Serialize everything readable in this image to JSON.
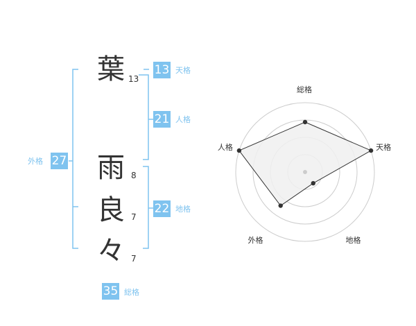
{
  "name": {
    "characters": [
      {
        "char": "葉",
        "strokes": "13"
      },
      {
        "char": "雨",
        "strokes": "8"
      },
      {
        "char": "良",
        "strokes": "7"
      },
      {
        "char": "々",
        "strokes": "7"
      }
    ]
  },
  "fortune": {
    "tenkaku": {
      "value": "13",
      "label": "天格"
    },
    "jinkaku": {
      "value": "21",
      "label": "人格"
    },
    "chikaku": {
      "value": "22",
      "label": "地格"
    },
    "gaikaku": {
      "value": "27",
      "label": "外格"
    },
    "soukaku": {
      "value": "35",
      "label": "総格"
    }
  },
  "chart_data": {
    "type": "radar",
    "axes": [
      "総格",
      "天格",
      "地格",
      "外格",
      "人格"
    ],
    "values": [
      0.72,
      1.0,
      0.2,
      0.6,
      1.0
    ],
    "rings": 4,
    "grid": true,
    "colors": {
      "fill": "#f0f0f0",
      "stroke": "#333333",
      "grid": "#cccccc",
      "accent": "#7fc3ef"
    }
  }
}
